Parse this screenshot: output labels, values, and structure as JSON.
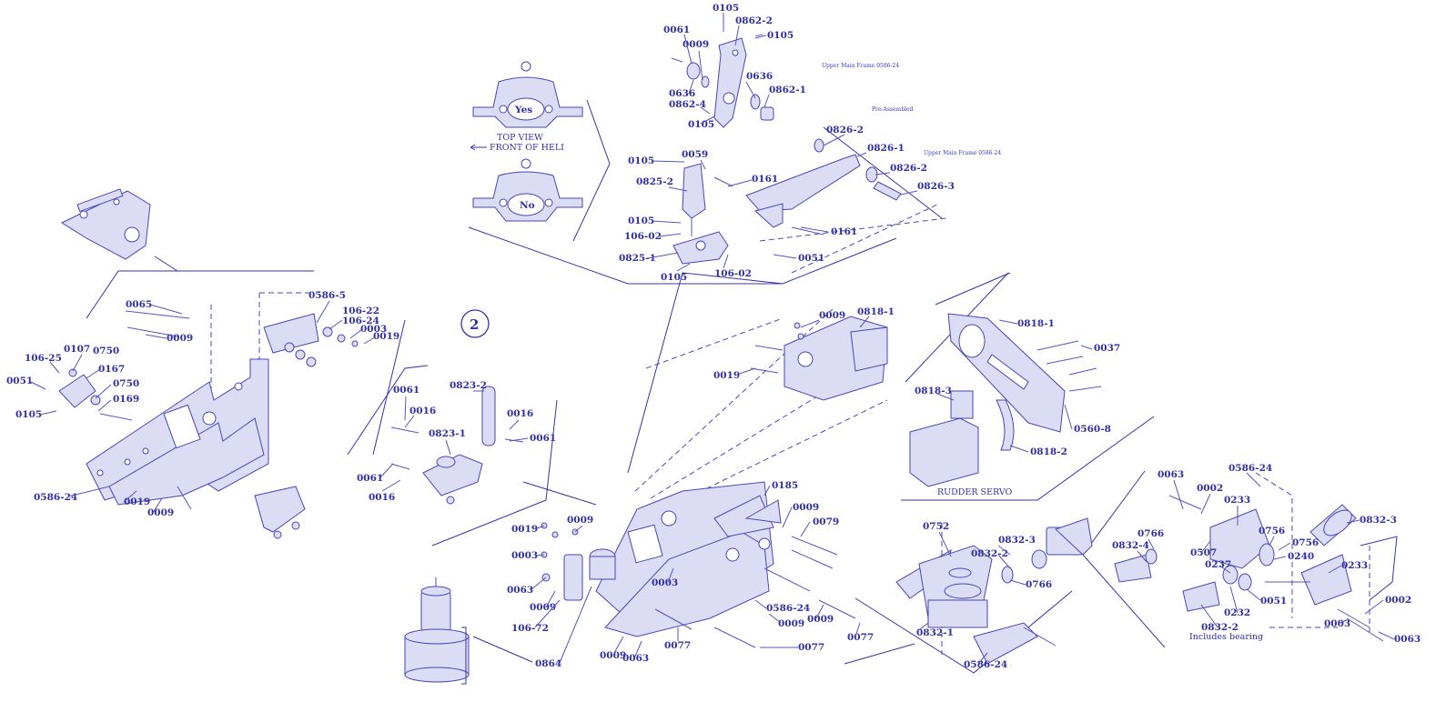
{
  "diagram": {
    "step_number": "2",
    "captions": {
      "top_view": "TOP VIEW",
      "front_of_heli": "FRONT OF HELI",
      "yes": "Yes",
      "no": "No",
      "upper_main_frame_a": "Upper Main Frame 0586-24",
      "upper_main_frame_b": "Upper Main Frame 0586-24",
      "pre_assembled": "Pre-Assembled",
      "rudder_servo": "RUDDER SERVO",
      "includes_bearing": "Includes bearing"
    },
    "labels": [
      {
        "id": "l1",
        "text": "0105"
      },
      {
        "id": "l2",
        "text": "0061"
      },
      {
        "id": "l3",
        "text": "0862-2"
      },
      {
        "id": "l4",
        "text": "0105"
      },
      {
        "id": "l5",
        "text": "0009"
      },
      {
        "id": "l6",
        "text": "0636"
      },
      {
        "id": "l7",
        "text": "0636"
      },
      {
        "id": "l8",
        "text": "0862-1"
      },
      {
        "id": "l9",
        "text": "0862-4"
      },
      {
        "id": "l10",
        "text": "0105"
      },
      {
        "id": "l11",
        "text": "0826-2"
      },
      {
        "id": "l12",
        "text": "0826-1"
      },
      {
        "id": "l13",
        "text": "0826-2"
      },
      {
        "id": "l14",
        "text": "0826-3"
      },
      {
        "id": "l15",
        "text": "0105"
      },
      {
        "id": "l16",
        "text": "0059"
      },
      {
        "id": "l17",
        "text": "0161"
      },
      {
        "id": "l18",
        "text": "0825-2"
      },
      {
        "id": "l19",
        "text": "0105"
      },
      {
        "id": "l20",
        "text": "106-02"
      },
      {
        "id": "l21",
        "text": "0161"
      },
      {
        "id": "l22",
        "text": "0825-1"
      },
      {
        "id": "l23",
        "text": "0051"
      },
      {
        "id": "l24",
        "text": "0105"
      },
      {
        "id": "l25",
        "text": "106-02"
      },
      {
        "id": "l26",
        "text": "0065"
      },
      {
        "id": "l27",
        "text": "0586-5"
      },
      {
        "id": "l28",
        "text": "106-22"
      },
      {
        "id": "l29",
        "text": "106-24"
      },
      {
        "id": "l30",
        "text": "0003"
      },
      {
        "id": "l31",
        "text": "0019"
      },
      {
        "id": "l32",
        "text": "0009"
      },
      {
        "id": "l33",
        "text": "106-25"
      },
      {
        "id": "l34",
        "text": "0107"
      },
      {
        "id": "l35",
        "text": "0750"
      },
      {
        "id": "l36",
        "text": "0167"
      },
      {
        "id": "l37",
        "text": "0051"
      },
      {
        "id": "l38",
        "text": "0750"
      },
      {
        "id": "l39",
        "text": "0169"
      },
      {
        "id": "l40",
        "text": "0105"
      },
      {
        "id": "l41",
        "text": "0586-24"
      },
      {
        "id": "l42",
        "text": "0019"
      },
      {
        "id": "l43",
        "text": "0009"
      },
      {
        "id": "l44",
        "text": "0061"
      },
      {
        "id": "l45",
        "text": "0823-2"
      },
      {
        "id": "l46",
        "text": "0016"
      },
      {
        "id": "l47",
        "text": "0016"
      },
      {
        "id": "l48",
        "text": "0061"
      },
      {
        "id": "l49",
        "text": "0823-1"
      },
      {
        "id": "l50",
        "text": "0061"
      },
      {
        "id": "l51",
        "text": "0016"
      },
      {
        "id": "l52",
        "text": "0009"
      },
      {
        "id": "l53",
        "text": "0818-1"
      },
      {
        "id": "l54",
        "text": "0019"
      },
      {
        "id": "l55",
        "text": "0818-1"
      },
      {
        "id": "l56",
        "text": "0037"
      },
      {
        "id": "l57",
        "text": "0818-3"
      },
      {
        "id": "l58",
        "text": "0560-8"
      },
      {
        "id": "l59",
        "text": "0818-2"
      },
      {
        "id": "l60",
        "text": "0185"
      },
      {
        "id": "l61",
        "text": "0019"
      },
      {
        "id": "l62",
        "text": "0009"
      },
      {
        "id": "l63",
        "text": "0009"
      },
      {
        "id": "l64",
        "text": "0079"
      },
      {
        "id": "l65",
        "text": "0003"
      },
      {
        "id": "l66",
        "text": "0063"
      },
      {
        "id": "l67",
        "text": "0009"
      },
      {
        "id": "l68",
        "text": "0003"
      },
      {
        "id": "l69",
        "text": "106-72"
      },
      {
        "id": "l70",
        "text": "0864"
      },
      {
        "id": "l71",
        "text": "0009"
      },
      {
        "id": "l72",
        "text": "0063"
      },
      {
        "id": "l73",
        "text": "0077"
      },
      {
        "id": "l74",
        "text": "0586-24"
      },
      {
        "id": "l75",
        "text": "0009"
      },
      {
        "id": "l76",
        "text": "0009"
      },
      {
        "id": "l77",
        "text": "0077"
      },
      {
        "id": "l78",
        "text": "0077"
      },
      {
        "id": "l79",
        "text": "0752"
      },
      {
        "id": "l80",
        "text": "0832-3"
      },
      {
        "id": "l81",
        "text": "0832-2"
      },
      {
        "id": "l82",
        "text": "0766"
      },
      {
        "id": "l83",
        "text": "0832-1"
      },
      {
        "id": "l84",
        "text": "0586-24"
      },
      {
        "id": "l85",
        "text": "0063"
      },
      {
        "id": "l86",
        "text": "0002"
      },
      {
        "id": "l87",
        "text": "0586-24"
      },
      {
        "id": "l88",
        "text": "0233"
      },
      {
        "id": "l89",
        "text": "0832-4"
      },
      {
        "id": "l90",
        "text": "0766"
      },
      {
        "id": "l91",
        "text": "0507"
      },
      {
        "id": "l92",
        "text": "0756"
      },
      {
        "id": "l93",
        "text": "0832-3"
      },
      {
        "id": "l94",
        "text": "0756"
      },
      {
        "id": "l95",
        "text": "0240"
      },
      {
        "id": "l96",
        "text": "0237"
      },
      {
        "id": "l97",
        "text": "0233"
      },
      {
        "id": "l98",
        "text": "0232"
      },
      {
        "id": "l99",
        "text": "0051"
      },
      {
        "id": "l100",
        "text": "0002"
      },
      {
        "id": "l101",
        "text": "0003"
      },
      {
        "id": "l102",
        "text": "0832-2"
      },
      {
        "id": "l103",
        "text": "0063"
      }
    ]
  }
}
